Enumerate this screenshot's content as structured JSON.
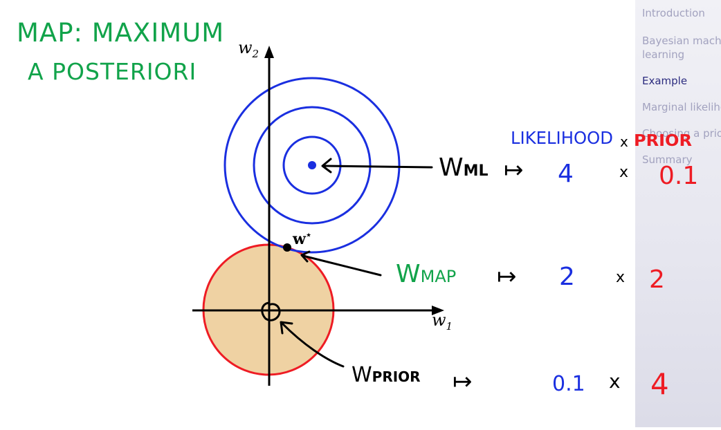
{
  "title": {
    "line1": "MAP: MAXIMUM",
    "line2": "A POSTERIORI"
  },
  "axes": {
    "y_label": "w",
    "y_sub": "2",
    "x_label": "w",
    "x_sub": "1"
  },
  "w_star": {
    "base": "w",
    "sup": "⋆"
  },
  "headers": {
    "likelihood": "LIKELIHOOD",
    "times": "x",
    "prior": "PRIOR"
  },
  "rows": [
    {
      "label_main": "W",
      "label_sub": "ML",
      "arrow": "↦",
      "likelihood": "4",
      "times": "x",
      "prior": "0.1"
    },
    {
      "label_main": "W",
      "label_sub": "MAP",
      "arrow": "↦",
      "likelihood": "2",
      "times": "x",
      "prior": "2"
    },
    {
      "label_main": "W",
      "label_sub": "PRIOR",
      "arrow": "↦",
      "likelihood": "0.1",
      "times": "x",
      "prior": "4"
    }
  ],
  "colors": {
    "green": "#11a34a",
    "blue": "#1a2fe0",
    "red": "#ee1c24",
    "prior_fill": "#efd2a3",
    "ink": "#000000"
  },
  "sidebar": {
    "items": [
      {
        "label": "Introduction",
        "active": false
      },
      {
        "label": "Bayesian machine",
        "label2": "learning",
        "active": false
      },
      {
        "label": "Example",
        "active": true
      },
      {
        "label": "Marginal likelihood",
        "active": false
      },
      {
        "label": "Choosing a prior",
        "active": false
      },
      {
        "label": "Summary",
        "active": false
      }
    ]
  }
}
